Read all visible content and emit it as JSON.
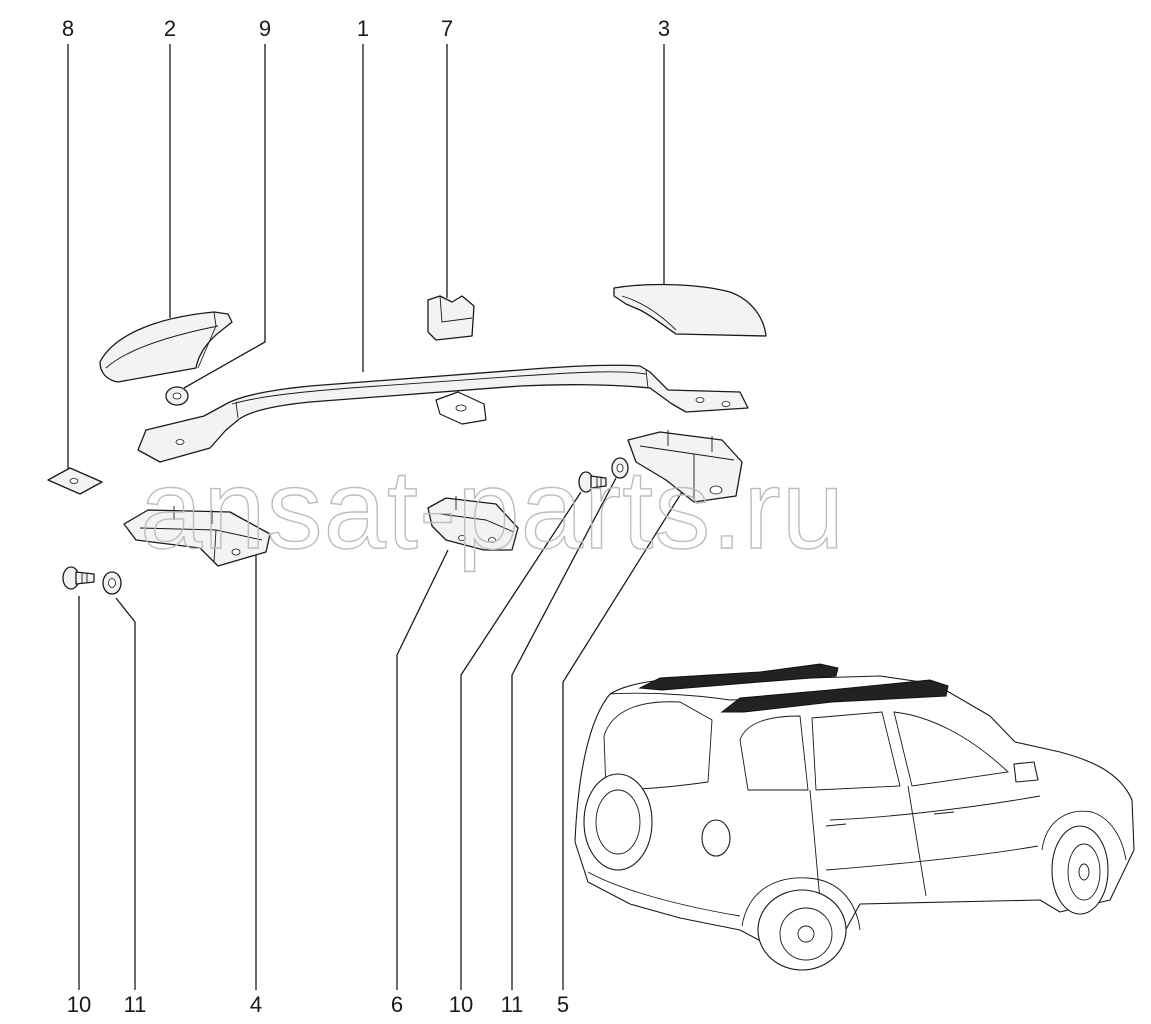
{
  "callouts": {
    "top": [
      "8",
      "2",
      "9",
      "1",
      "7",
      "3"
    ],
    "bottom": [
      "10",
      "11",
      "4",
      "6",
      "10",
      "11",
      "5"
    ]
  },
  "watermark": "ansat-parts.ru"
}
